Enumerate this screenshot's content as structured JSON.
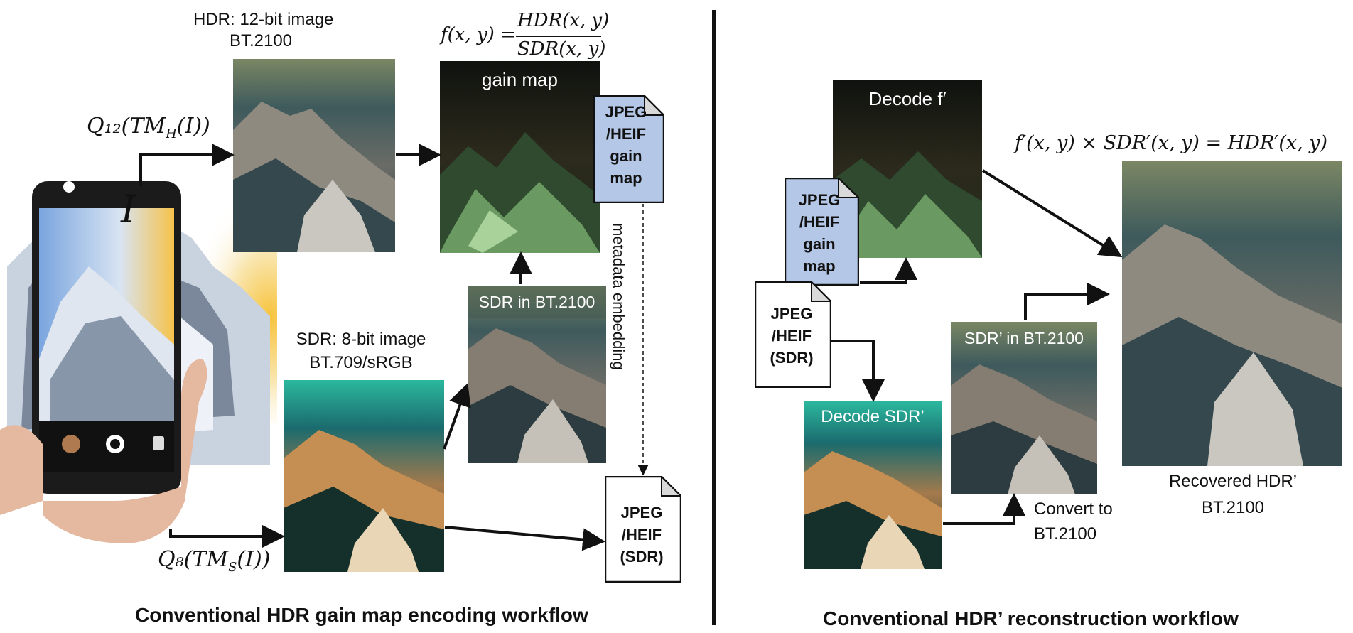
{
  "left_panel": {
    "hdr_caption": [
      "HDR: 12-bit image",
      "BT.2100"
    ],
    "gainmap_formula_lhs": "f(x, y) = ",
    "gainmap_formula_num": "HDR(x, y)",
    "gainmap_formula_den": "SDR(x, y)",
    "gainmap_label": "gain map",
    "q12_label": "Q₁₂(TM",
    "q12_sub": "H",
    "q12_tail": "(I))",
    "q8_label": "Q₈(TM",
    "q8_sub": "S",
    "q8_tail": "(I))",
    "phone_symbol": "I",
    "sdr_caption": [
      "SDR: 8-bit image",
      "BT.709/sRGB"
    ],
    "sdr_bt2100_label": "SDR in BT.2100",
    "metadata_label": "metadata embedding",
    "gainmap_doc": [
      "JPEG",
      "/HEIF",
      "gain",
      "map"
    ],
    "sdr_doc": [
      "JPEG",
      "/HEIF",
      "(SDR)"
    ],
    "title": "Conventional HDR gain map encoding workflow"
  },
  "right_panel": {
    "decode_f_label": "Decode f′",
    "recon_formula": "f′(x, y) × SDR′(x, y) = HDR′(x, y)",
    "gainmap_doc": [
      "JPEG",
      "/HEIF",
      "gain",
      "map"
    ],
    "sdr_doc": [
      "JPEG",
      "/HEIF",
      "(SDR)"
    ],
    "decode_sdr_label": "Decode SDR’",
    "sdr_prime_label": "SDR’ in BT.2100",
    "convert_caption": [
      "Convert to",
      "BT.2100"
    ],
    "recovered_caption": [
      "Recovered HDR’",
      "BT.2100"
    ],
    "title": "Conventional HDR’ reconstruction workflow"
  },
  "colors": {
    "doc_blue": "#b4c7e7",
    "sdr_sky": "#2ab49a",
    "hdr_sky": "#6d7c60"
  }
}
